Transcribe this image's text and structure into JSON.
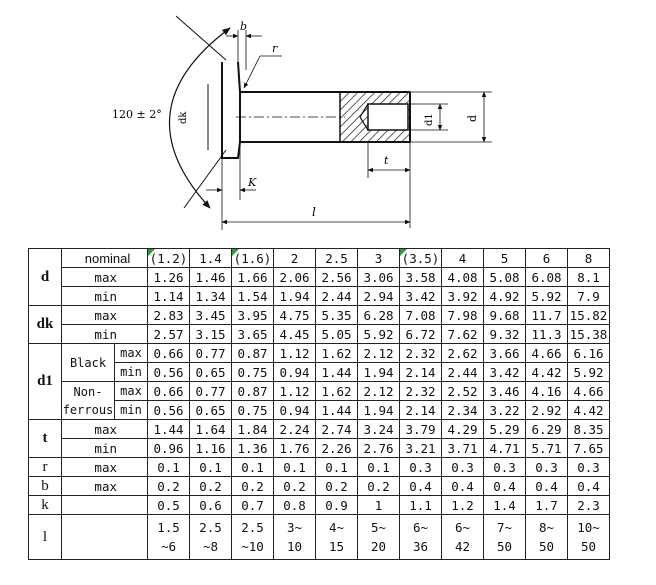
{
  "drawing": {
    "angle_label": "120 ± 2°",
    "dk_label": "dk",
    "d1_label": "d1",
    "d_label": "d",
    "b_label": "b",
    "r_label": "r",
    "k_label": "K",
    "t_label": "t",
    "l_label": "l"
  },
  "table": {
    "nominal_label": "nominal",
    "nominal": [
      "(1.2)",
      "1.4",
      "(1.6)",
      "2",
      "2.5",
      "3",
      "(3.5)",
      "4",
      "5",
      "6",
      "8"
    ],
    "d": {
      "label": "d",
      "max_label": "max",
      "min_label": "min",
      "max": [
        "1.26",
        "1.46",
        "1.66",
        "2.06",
        "2.56",
        "3.06",
        "3.58",
        "4.08",
        "5.08",
        "6.08",
        "8.1"
      ],
      "min": [
        "1.14",
        "1.34",
        "1.54",
        "1.94",
        "2.44",
        "2.94",
        "3.42",
        "3.92",
        "4.92",
        "5.92",
        "7.9"
      ]
    },
    "dk": {
      "label": "dk",
      "max_label": "max",
      "min_label": "min",
      "max": [
        "2.83",
        "3.45",
        "3.95",
        "4.75",
        "5.35",
        "6.28",
        "7.08",
        "7.98",
        "9.68",
        "11.7",
        "15.82"
      ],
      "min": [
        "2.57",
        "3.15",
        "3.65",
        "4.45",
        "5.05",
        "5.92",
        "6.72",
        "7.62",
        "9.32",
        "11.3",
        "15.38"
      ]
    },
    "d1": {
      "label": "d1",
      "black_label": "Black",
      "nonferrous_label": "Non-\nferrous",
      "max_label": "max",
      "min_label": "min",
      "black_max": [
        "0.66",
        "0.77",
        "0.87",
        "1.12",
        "1.62",
        "2.12",
        "2.32",
        "2.62",
        "3.66",
        "4.66",
        "6.16"
      ],
      "black_min": [
        "0.56",
        "0.65",
        "0.75",
        "0.94",
        "1.44",
        "1.94",
        "2.14",
        "2.44",
        "3.42",
        "4.42",
        "5.92"
      ],
      "nonferrous_max": [
        "0.66",
        "0.77",
        "0.87",
        "1.12",
        "1.62",
        "2.12",
        "2.32",
        "2.52",
        "3.46",
        "4.16",
        "4.66"
      ],
      "nonferrous_min": [
        "0.56",
        "0.65",
        "0.75",
        "0.94",
        "1.44",
        "1.94",
        "2.14",
        "2.34",
        "3.22",
        "2.92",
        "4.42"
      ]
    },
    "t": {
      "label": "t",
      "max_label": "max",
      "min_label": "min",
      "max": [
        "1.44",
        "1.64",
        "1.84",
        "2.24",
        "2.74",
        "3.24",
        "3.79",
        "4.29",
        "5.29",
        "6.29",
        "8.35"
      ],
      "min": [
        "0.96",
        "1.16",
        "1.36",
        "1.76",
        "2.26",
        "2.76",
        "3.21",
        "3.71",
        "4.71",
        "5.71",
        "7.65"
      ]
    },
    "r": {
      "label": "r",
      "max_label": "max",
      "values": [
        "0.1",
        "0.1",
        "0.1",
        "0.1",
        "0.1",
        "0.1",
        "0.3",
        "0.3",
        "0.3",
        "0.3",
        "0.3"
      ]
    },
    "b": {
      "label": "b",
      "max_label": "max",
      "values": [
        "0.2",
        "0.2",
        "0.2",
        "0.2",
        "0.2",
        "0.2",
        "0.4",
        "0.4",
        "0.4",
        "0.4",
        "0.4"
      ]
    },
    "k": {
      "label": "k",
      "values": [
        "0.5",
        "0.6",
        "0.7",
        "0.8",
        "0.9",
        "1",
        "1.1",
        "1.2",
        "1.4",
        "1.7",
        "2.3"
      ]
    },
    "l": {
      "label": "l",
      "values": [
        "1.5\n~6",
        "2.5\n~8",
        "2.5\n~10",
        "3~\n10",
        "4~\n15",
        "5~\n20",
        "6~\n36",
        "6~\n42",
        "7~\n50",
        "8~\n50",
        "10~\n50"
      ]
    }
  }
}
